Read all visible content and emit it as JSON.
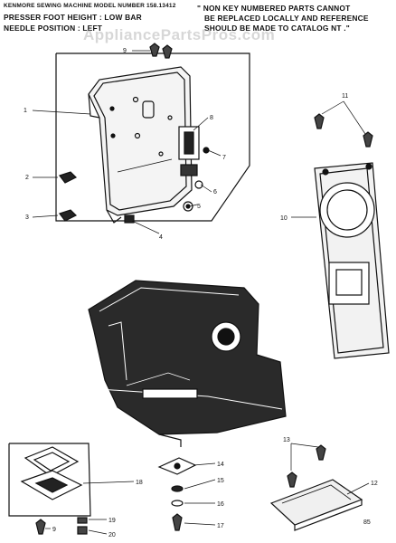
{
  "header": {
    "model_line": "KENMORE SEWING MACHINE MODEL NUMBER 158.13412",
    "presser_line": "PRESSER FOOT HEIGHT : LOW BAR",
    "needle_line": "NEEDLE POSITION : LEFT",
    "note_line1": "\" NON KEY NUMBERED PARTS CANNOT",
    "note_line2": "BE REPLACED LOCALLY AND REFERENCE",
    "note_line3": "SHOULD BE MADE TO CATALOG NT .\""
  },
  "watermark": "AppliancePartsPros.com",
  "callouts": {
    "c1": "1",
    "c2": "2",
    "c3": "3",
    "c4": "4",
    "c5": "5",
    "c6": "6",
    "c7": "7",
    "c8": "8",
    "c9a": "9",
    "c9b": "9",
    "c10": "10",
    "c11": "11",
    "c12": "12",
    "c13": "13",
    "c14": "14",
    "c15": "15",
    "c16": "16",
    "c17": "17",
    "c18": "18",
    "c19": "19",
    "c20": "20"
  },
  "page_ref": "85"
}
